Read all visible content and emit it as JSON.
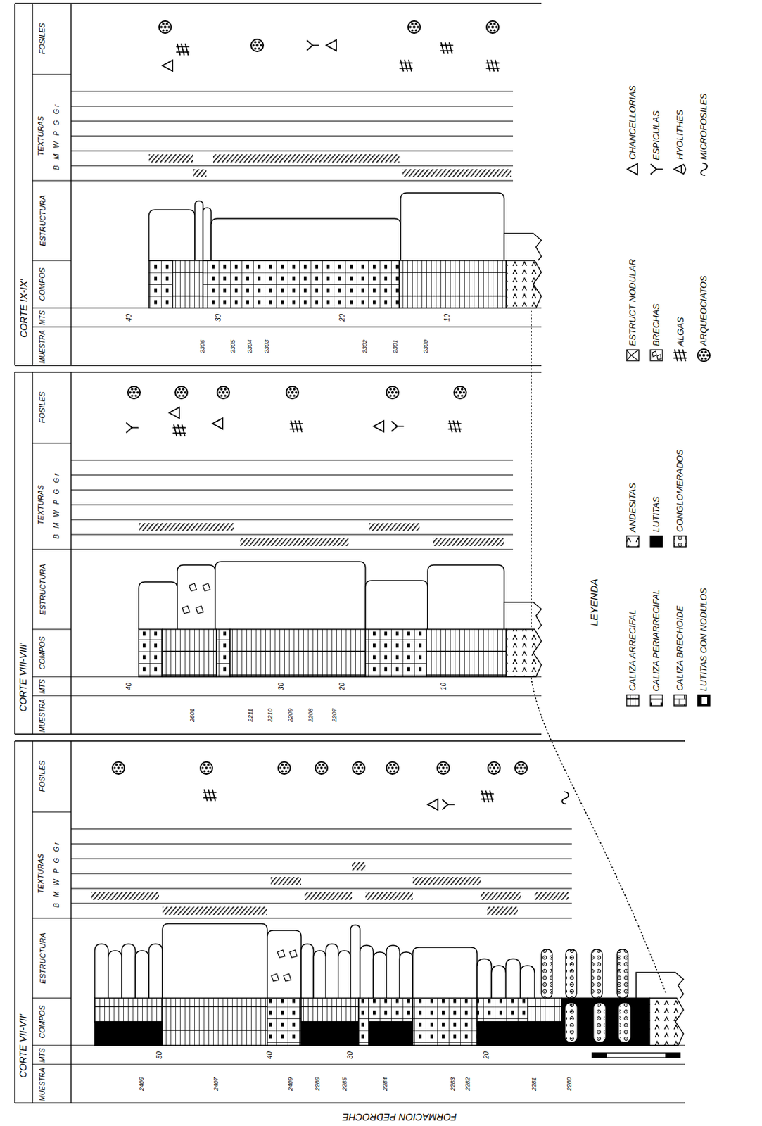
{
  "diagram": {
    "labels": [
      "CORTE IX-IX'",
      "FOSILES",
      "TEXTURAS",
      "B M W P G Gr",
      "ESTRUCTURA",
      "COMPOS",
      "MTS",
      "MUESTRA",
      "40",
      "30",
      "20",
      "10",
      "2306",
      "2305",
      "2304",
      "2303",
      "2302",
      "2301",
      "2300",
      "CORTE VIII-VIII'",
      "FOSILES",
      "TEXTURAS",
      "B M W P G Gr",
      "ESTRUCTURA",
      "COMPOS",
      "MTS",
      "MUESTRA",
      "40",
      "30",
      "20",
      "10",
      "2601",
      "2211",
      "2210",
      "2209",
      "2208",
      "2207",
      "CORTE VII-VII'",
      "FOSILES",
      "TEXTURAS",
      "B M W P G Gr",
      "ESTRUCTURA",
      "COMPOS",
      "MTS",
      "MUESTRA",
      "50",
      "40",
      "30",
      "20",
      "2406",
      "2407",
      "2409",
      "2286",
      "2285",
      "2284",
      "2283",
      "2282",
      "2281",
      "2280",
      "FORMACION PEDROCHE",
      "LEYENDA"
    ],
    "legend": [
      {
        "text": "CALIZA ARRECIFAL"
      },
      {
        "text": "CALIZA PERIARRECIFAL"
      },
      {
        "text": "CALIZA BRECHOIDE"
      },
      {
        "text": "LUTITAS CON NODULOS"
      },
      {
        "text": "ANDESITAS"
      },
      {
        "text": "LUTITAS",
        "color": "#000000"
      },
      {
        "text": "CONGLOMERADOS"
      },
      {
        "text": "ESTRUCT NODULAR"
      },
      {
        "text": "BRECHAS"
      },
      {
        "text": "ALGAS"
      },
      {
        "text": "ARQUEOCIATOS"
      },
      {
        "text": "CHANCELLORIAS"
      },
      {
        "text": "ESPICULAS"
      },
      {
        "text": "HYOLITHES"
      },
      {
        "text": "MICROFOSILES"
      }
    ]
  }
}
